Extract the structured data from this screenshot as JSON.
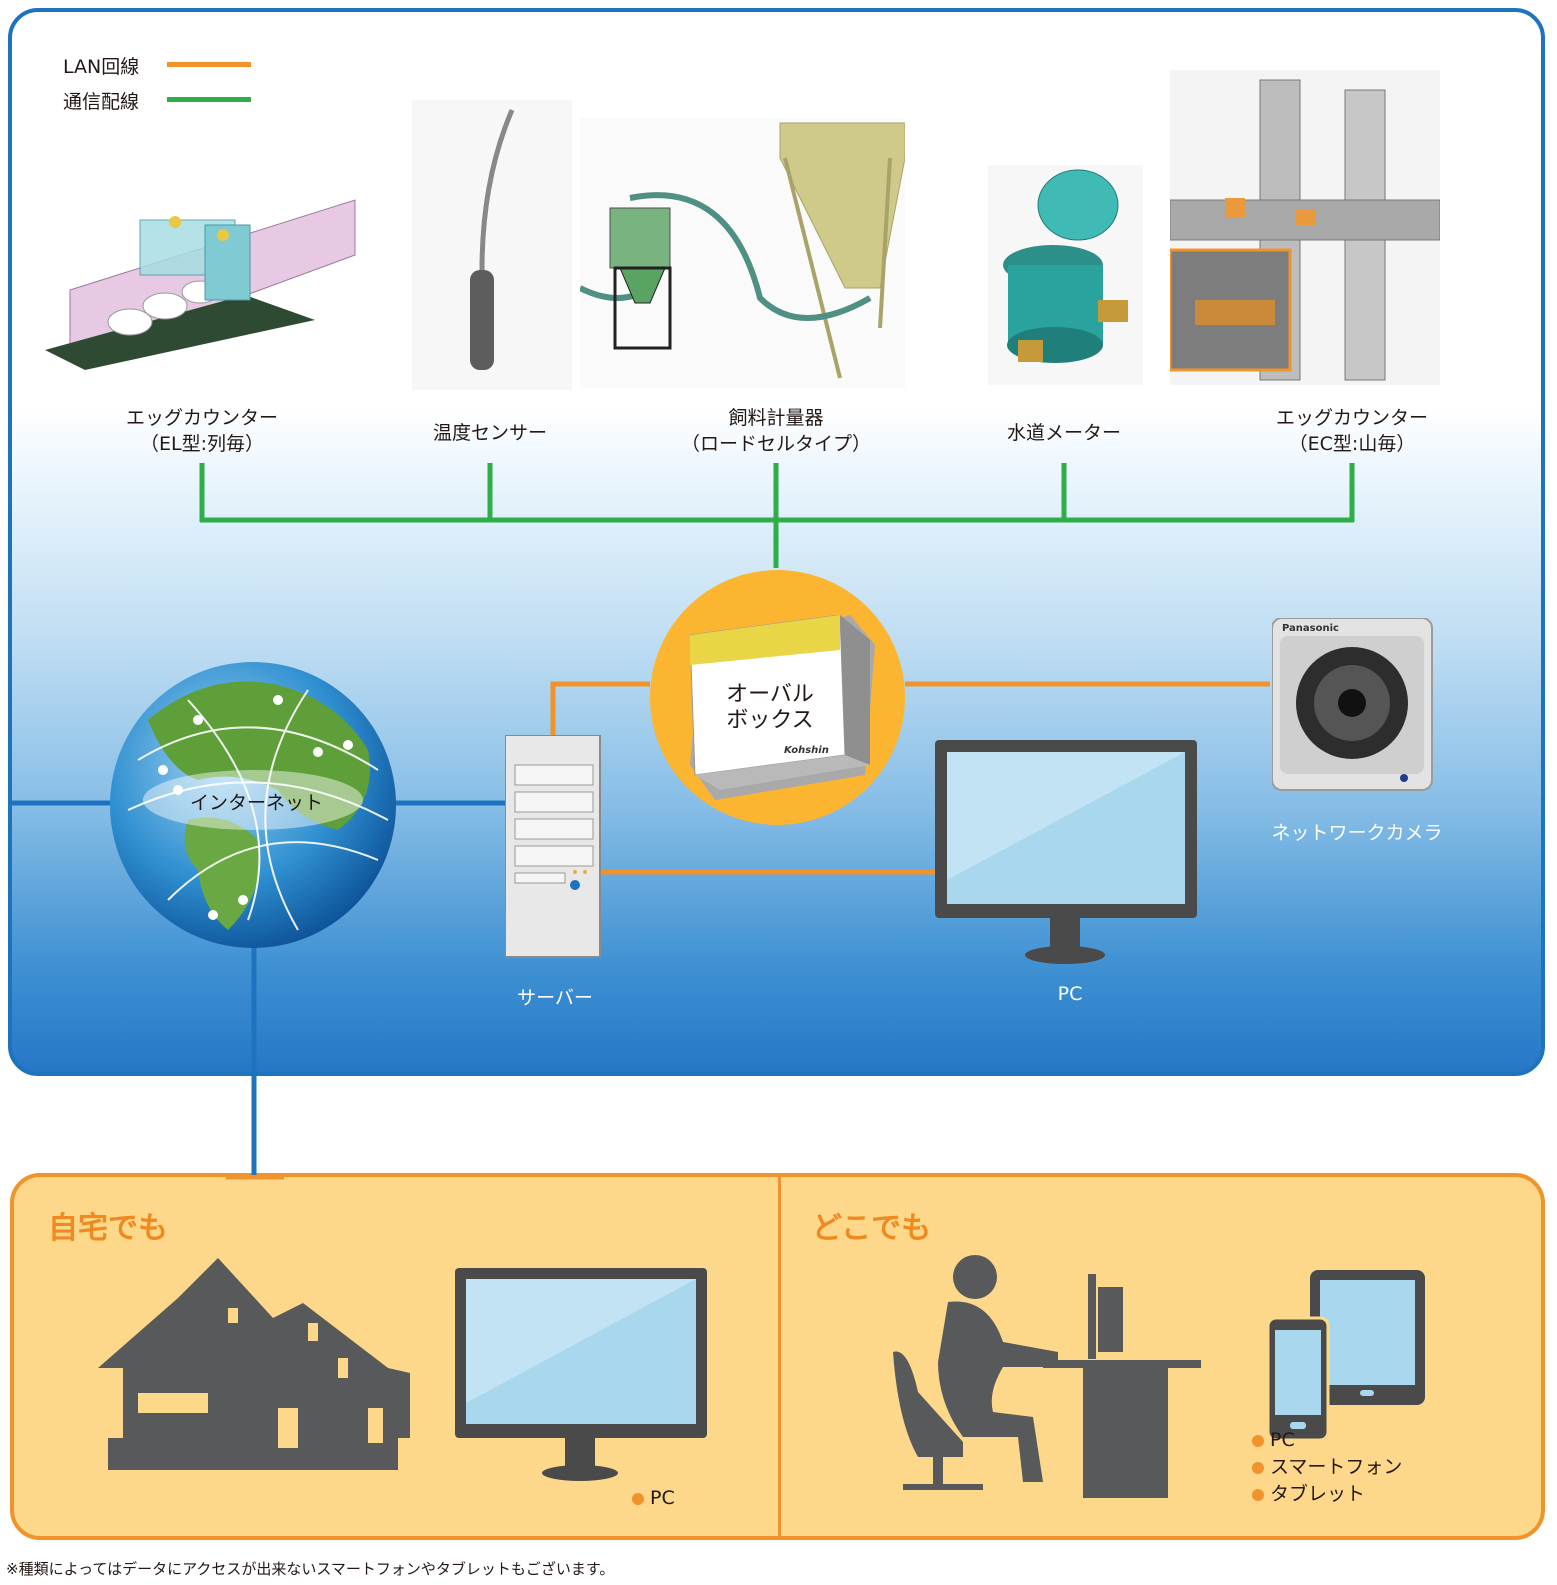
{
  "legend": {
    "lan_label": "LAN回線",
    "comm_label": "通信配線",
    "lan_color": "#f0932b",
    "comm_color": "#2eae49"
  },
  "devices": [
    {
      "line1": "エッグカウンター",
      "line2": "（EL型:列毎）"
    },
    {
      "line1": "温度センサー",
      "line2": ""
    },
    {
      "line1": "飼料計量器",
      "line2": "（ロードセルタイプ）"
    },
    {
      "line1": "水道メーター",
      "line2": ""
    },
    {
      "line1": "エッグカウンター",
      "line2": "（EC型:山毎）"
    }
  ],
  "oval_box": {
    "line1": "オーバル",
    "line2": "ボックス",
    "brand": "Kohshin"
  },
  "internet_label": "インターネット",
  "server_label": "サーバー",
  "pc_label": "PC",
  "camera": {
    "label": "ネットワークカメラ",
    "brand": "Panasonic"
  },
  "home": {
    "title": "自宅でも",
    "items": [
      "PC"
    ]
  },
  "anywhere": {
    "title": "どこでも",
    "items": [
      "PC",
      "スマートフォン",
      "タブレット"
    ]
  },
  "footnote": "※種類によってはデータにアクセスが出来ないスマートフォンやタブレットもございます。",
  "colors": {
    "lan": "#f0932b",
    "comm": "#2eae49",
    "internet_line": "#1e73be",
    "panel_border": "#1e73be",
    "bottom_bg": "#fdd88a",
    "accent": "#ee8a1f"
  }
}
